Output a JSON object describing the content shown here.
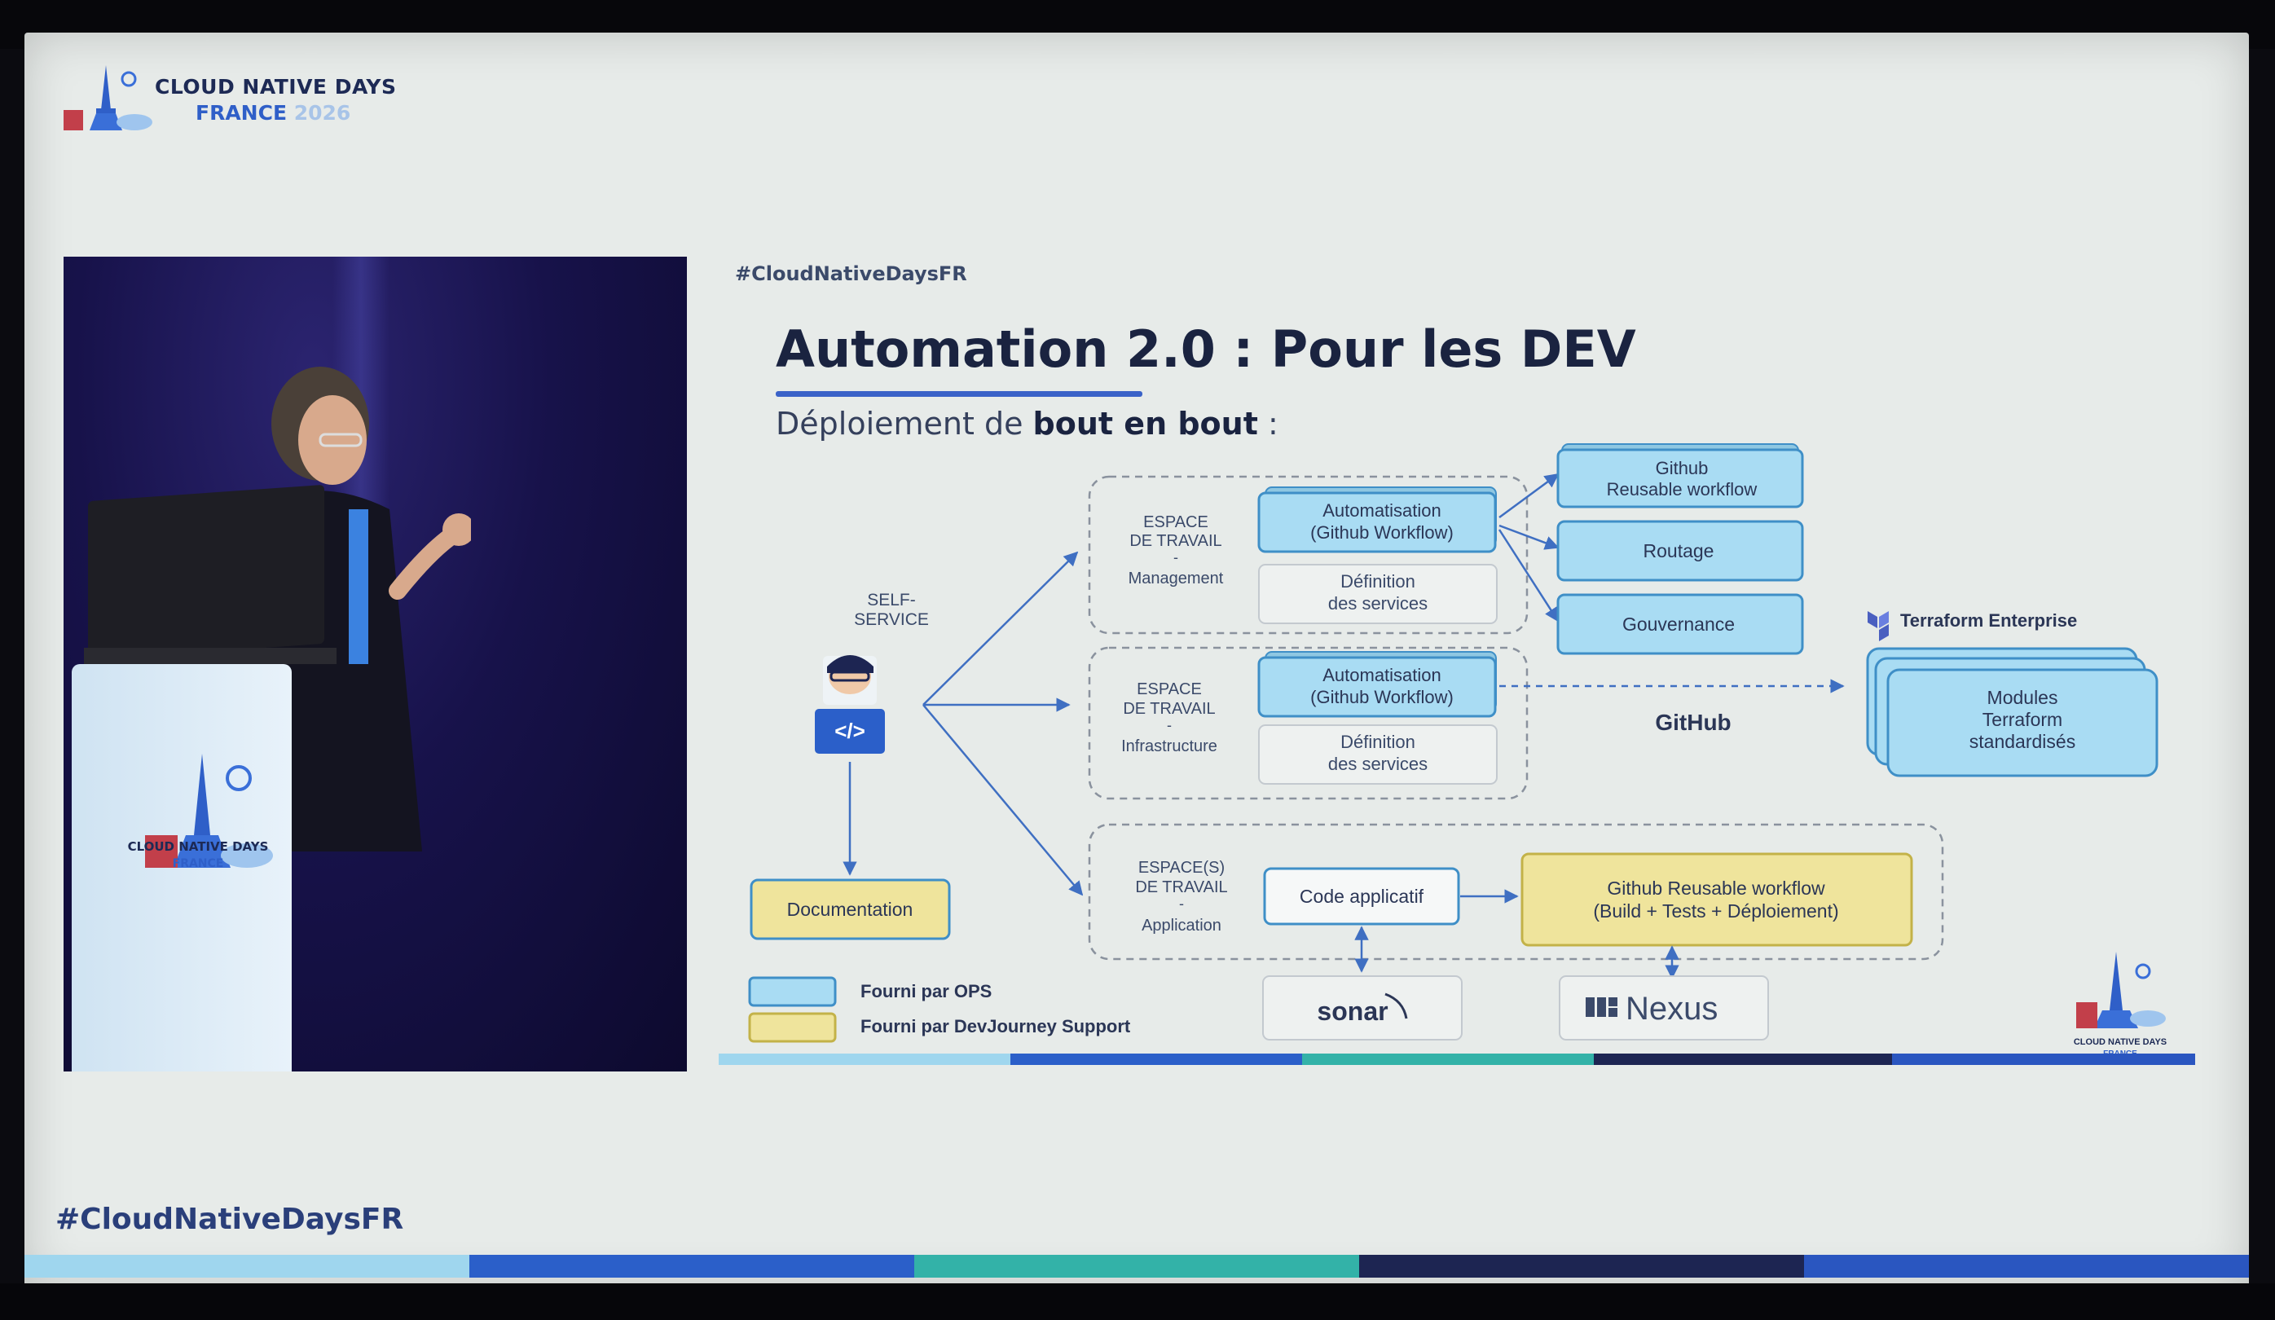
{
  "header": {
    "conference_title": "CLOUD NATIVE DAYS",
    "conference_country": "FRANCE",
    "conference_year": "2026"
  },
  "slide": {
    "hashtag_top": "#CloudNativeDaysFR",
    "title": "Automation 2.0 : Pour les DEV",
    "subtitle_pre": "Déploiement de ",
    "subtitle_bold": "bout en bout",
    "subtitle_post": " :"
  },
  "diagram": {
    "self_service": [
      "SELF-",
      "SERVICE"
    ],
    "documentation": "Documentation",
    "ws_management": [
      "ESPACE",
      "DE TRAVAIL",
      "-",
      "Management"
    ],
    "ws_infrastructure": [
      "ESPACE",
      "DE TRAVAIL",
      "-",
      "Infrastructure"
    ],
    "ws_application": [
      "ESPACE(S)",
      "DE TRAVAIL",
      "-",
      "Application"
    ],
    "automatisation_1": [
      "Automatisation",
      "(Github Workflow)"
    ],
    "definition_1": [
      "Définition",
      "des services"
    ],
    "automatisation_2": [
      "Automatisation",
      "(Github Workflow)"
    ],
    "definition_2": [
      "Définition",
      "des services"
    ],
    "github_reusable": [
      "Github",
      "Reusable workflow"
    ],
    "routage": "Routage",
    "gouvernance": "Gouvernance",
    "github_label": "GitHub",
    "terraform_brand": "Terraform Enterprise",
    "modules_terraform": [
      "Modules",
      "Terraform",
      "standardisés"
    ],
    "code_applicatif": "Code applicatif",
    "github_reusable_app": [
      "Github Reusable workflow",
      "(Build + Tests + Déploiement)"
    ],
    "sonar": "sonar",
    "nexus": "Nexus",
    "legend_ops": "Fourni par OPS",
    "legend_devjourney": "Fourni par DevJourney Support"
  },
  "footer": {
    "hashtag": "#CloudNativeDaysFR",
    "logo_title": "CLOUD NATIVE DAYS",
    "logo_country": "FRANCE"
  },
  "podium": {
    "line1": "CLOUD NATIVE DAYS",
    "line2": "FRANCE"
  },
  "colors": {
    "ops_blue": "#a9dcf3",
    "ops_border": "#3f8fc7",
    "devjourney_yellow": "#efe49c",
    "devjourney_border": "#c3b248",
    "slide_bg": "#e7ebe9",
    "title_navy": "#1a2340",
    "accent_blue": "#3a62c8",
    "bar_light_blue": "#9fd6ee",
    "bar_blue": "#2b5fc9",
    "bar_teal": "#33b2a8",
    "bar_navy": "#1d2552",
    "bar_mid_blue": "#2a56c0"
  }
}
